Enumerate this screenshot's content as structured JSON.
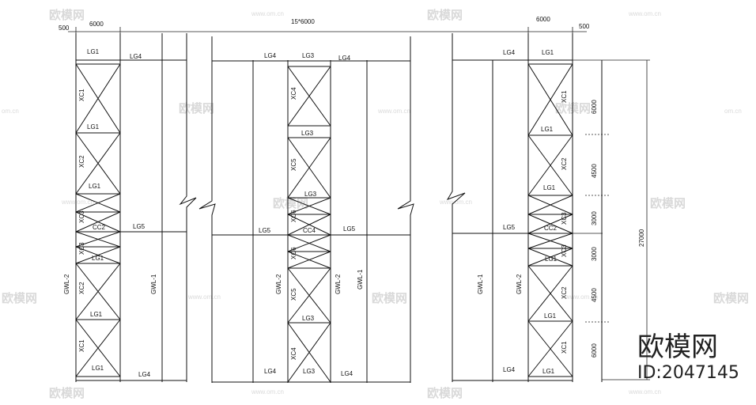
{
  "watermark": {
    "text": "欧模网",
    "site": "www.om.cn",
    "site_short": "om.cn"
  },
  "brand": {
    "name": "欧模网",
    "id": "ID:2047145"
  },
  "dims": {
    "top_left_span": "6000",
    "top_right_span": "6000",
    "top_mid_span": "15*6000",
    "edge_left": "500",
    "edge_right": "500",
    "right_segments": [
      "6000",
      "4500",
      "3000",
      "3000",
      "4500",
      "6000"
    ],
    "right_total": "27000"
  },
  "labels": {
    "lg1": "LG1",
    "lg3": "LG3",
    "lg4": "LG4",
    "lg5": "LG5",
    "cc2": "CC2",
    "cc4": "CC4",
    "xc1": "XC1",
    "xc2": "XC2",
    "xc3": "XC3",
    "xc4": "XC4",
    "xc5": "XC5",
    "xc6": "XC6",
    "gwl1": "GWL-1",
    "gwl2": "GWL-2"
  }
}
